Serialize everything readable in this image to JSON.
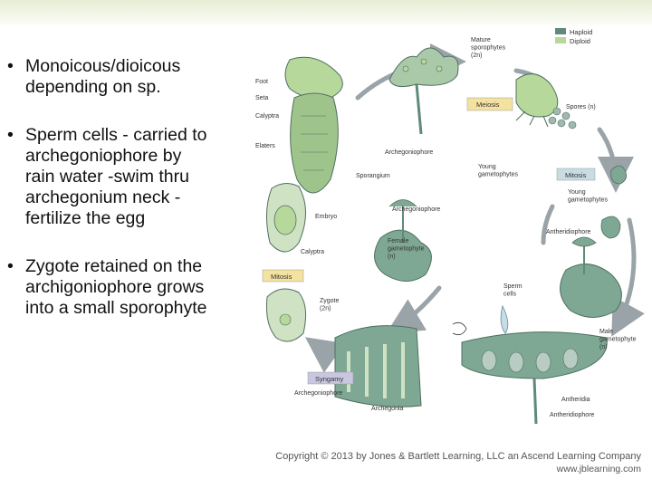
{
  "bullets": [
    "Monoicous/dioicous\ndepending on sp.",
    "Sperm cells - carried to\narchegoniophore by\nrain water -swim thru\narchegonium neck -\nfertilize the egg",
    "Zygote retained on the\narchigoniophore grows\ninto a small sporophyte"
  ],
  "bullet_symbol": "•",
  "legend": {
    "haploid": "Haploid",
    "diploid": "Diploid"
  },
  "colors": {
    "haploid": "#5f8a78",
    "diploid": "#b6d89a",
    "box_yellow": "#f4e2a0",
    "box_blue": "#c8dde3",
    "box_purple": "#c9c7df"
  },
  "labels": {
    "mature_sporophytes": "Mature\nsporophytes\n(2n)",
    "meiosis": "Meiosis",
    "spores": "Spores (n)",
    "mitosis_right": "Mitosis",
    "young_gametophytes_right": "Young\ngametophytes",
    "young_gametophytes_left": "Young\ngametophytes",
    "antheridiophore_right": "Antheridiophore",
    "male_gametophyte": "Male\ngametophyte\n(n)",
    "antheridia": "Antheridia",
    "antheridiophore_bottom": "Antheridiophore",
    "sperm_cells": "Sperm\ncells",
    "syngamy": "Syngamy",
    "archegoniophore_bottom": "Archegoniophore",
    "archegonia": "Archegonia",
    "zygote": "Zygote\n(2n)",
    "mitosis_left": "Mitosis",
    "calyptra_bottom": "Calyptra",
    "embryo": "Embryo",
    "elaters": "Elaters",
    "calyptra_top": "Calyptra",
    "seta": "Seta",
    "foot": "Foot",
    "archegoniophore_top": "Archegoniophore",
    "sporangium": "Sporangium",
    "archegoniophore_mid": "Archegoniophore",
    "female_gametophyte": "Female\ngametophyte\n(n)"
  },
  "copyright": {
    "line1": "Copyright © 2013 by Jones & Bartlett Learning, LLC an Ascend Learning Company",
    "line2": "www.jblearning.com"
  }
}
